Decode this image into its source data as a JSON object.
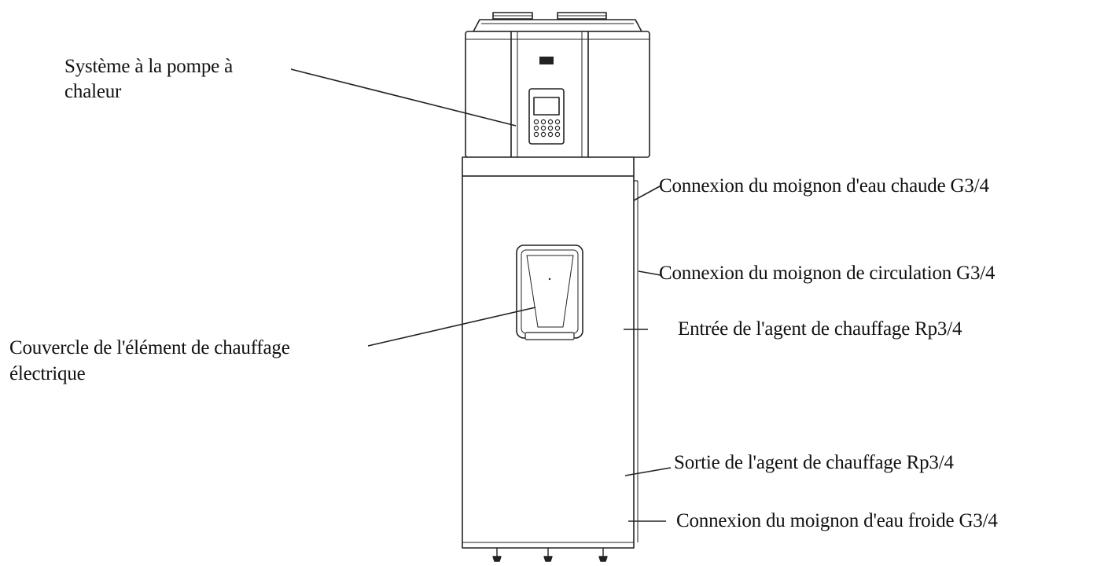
{
  "labels": {
    "heat_pump_line1": "Système à la pompe à",
    "heat_pump_line2": "chaleur",
    "heater_cover_line1": "Couvercle de l'élément de chauffage",
    "heater_cover_line2": "électrique",
    "hot_water": "Connexion du moignon d'eau chaude G3/4",
    "circulation": "Connexion du moignon de circulation G3/4",
    "heating_inlet": "Entrée de l'agent de chauffage Rp3/4",
    "heating_outlet": "Sortie de l'agent de chauffage Rp3/4",
    "cold_water": "Connexion du moignon d'eau froide G3/4"
  },
  "colors": {
    "line": "#222222",
    "text": "#111111"
  }
}
